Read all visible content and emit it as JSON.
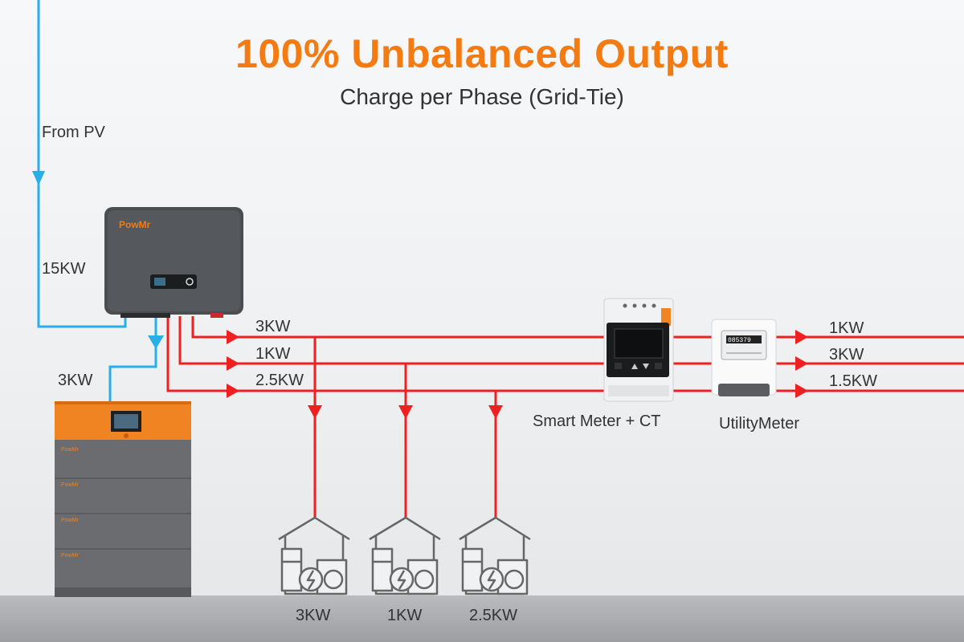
{
  "header": {
    "title": "100% Unbalanced Output",
    "subtitle": "Charge per Phase (Grid-Tie)"
  },
  "pv": {
    "label": "From PV",
    "power": "15KW"
  },
  "inverter": {
    "brand": "PowMr"
  },
  "battery": {
    "power": "3KW",
    "brand": "PowMr"
  },
  "phases": {
    "inverter_out": [
      "3KW",
      "1KW",
      "2.5KW"
    ],
    "grid_out": [
      "1KW",
      "3KW",
      "1.5KW"
    ]
  },
  "loads": [
    "3KW",
    "1KW",
    "2.5KW"
  ],
  "devices": {
    "smart_meter": "Smart Meter + CT",
    "utility_meter": "UtilityMeter",
    "utility_digits": "085379"
  },
  "colors": {
    "accent": "#f47a12",
    "phase_line": "#f02020",
    "dc_line": "#29aee8"
  }
}
